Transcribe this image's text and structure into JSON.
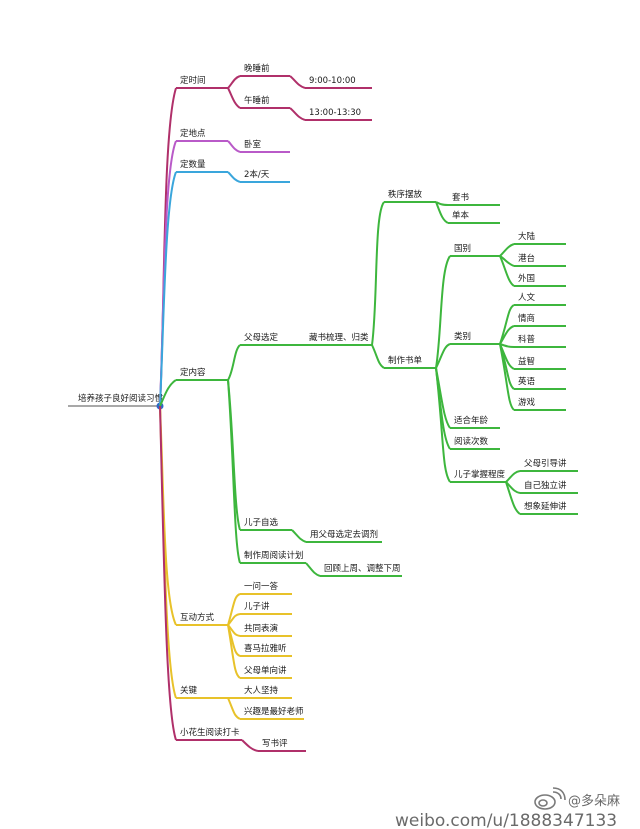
{
  "root": {
    "label": "培养孩子良好阅读习惯"
  },
  "colors": {
    "time": "#b0306a",
    "place": "#b95ac8",
    "quantity": "#3aa6dc",
    "content": "#3db63d",
    "interaction": "#e8c22a",
    "checkin": "#b0306a",
    "root_line": "#a8a8a8",
    "root_dot": "#2f66c8"
  },
  "branches": {
    "time": {
      "label": "定时间",
      "before_sleep": {
        "label": "晚睡前",
        "time": "9:00-10:00"
      },
      "before_nap": {
        "label": "午睡前",
        "time": "13:00-13:30"
      }
    },
    "place": {
      "label": "定地点",
      "value": "卧室"
    },
    "quantity": {
      "label": "定数量",
      "value": "2本/天"
    },
    "content": {
      "label": "定内容",
      "parent_pick": {
        "label": "父母选定",
        "sort": "藏书梳理、归类",
        "order": {
          "label": "秩序摆放",
          "items": [
            "套书",
            "单本"
          ]
        },
        "catalog": {
          "label": "制作书单",
          "region": {
            "label": "国别",
            "items": [
              "大陆",
              "港台",
              "外国"
            ]
          },
          "category": {
            "label": "类别",
            "items": [
              "人文",
              "情商",
              "科普",
              "益智",
              "英语",
              "游戏"
            ]
          },
          "age": "适合年龄",
          "read_count": "阅读次数",
          "mastery": {
            "label": "儿子掌握程度",
            "items": [
              "父母引导讲",
              "自己独立讲",
              "想象延伸讲"
            ]
          }
        }
      },
      "son_pick": {
        "label": "儿子自选",
        "note": "用父母选定去调剂"
      },
      "weekly_plan": {
        "label": "制作周阅读计划",
        "note": "回顾上周、调整下周"
      }
    },
    "interaction": {
      "label": "互动方式",
      "items": [
        "一问一答",
        "儿子讲",
        "共同表演",
        "喜马拉雅听",
        "父母单向讲"
      ]
    },
    "key": {
      "label": "关键",
      "items": [
        "大人坚持",
        "兴趣是最好老师"
      ]
    },
    "checkin": {
      "label": "小花生阅读打卡",
      "item": "写书评"
    }
  },
  "watermark": {
    "handle": "@多朵麻",
    "url": "weibo.com/u/1888347133"
  }
}
